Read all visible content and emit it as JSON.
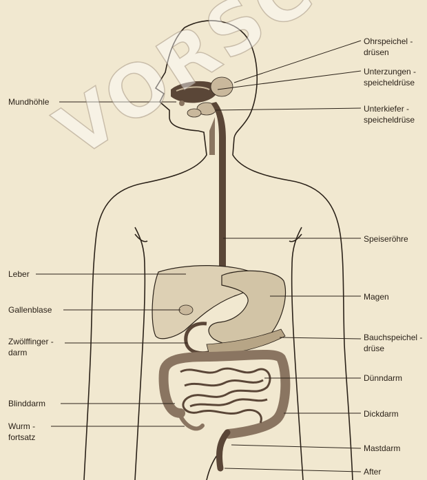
{
  "watermark": "VORSCHAU",
  "labels_left": {
    "mundhoehle": "Mundhöhle",
    "leber": "Leber",
    "gallenblase": "Gallenblase",
    "zwoelffinger_1": "Zwölffinger -",
    "zwoelffinger_2": "darm",
    "blinddarm": "Blinddarm",
    "wurm_1": "Wurm -",
    "wurm_2": "fortsatz"
  },
  "labels_right": {
    "ohr_1": "Ohrspeichel -",
    "ohr_2": "drüsen",
    "unterzungen_1": "Unterzungen -",
    "unterzungen_2": "speicheldrüse",
    "unterkiefer_1": "Unterkiefer -",
    "unterkiefer_2": "speicheldrüse",
    "speiseroehre": "Speiseröhre",
    "magen": "Magen",
    "bauch_1": "Bauchspeichel -",
    "bauch_2": "drüse",
    "duenndarm": "Dünndarm",
    "dickdarm": "Dickdarm",
    "mastdarm": "Mastdarm",
    "after": "After"
  },
  "colors": {
    "outline": "#2a2118",
    "organ_dark": "#5a4637",
    "organ_mid": "#8a7561",
    "organ_light": "#c9b89c",
    "paper": "#f1e8d0"
  }
}
